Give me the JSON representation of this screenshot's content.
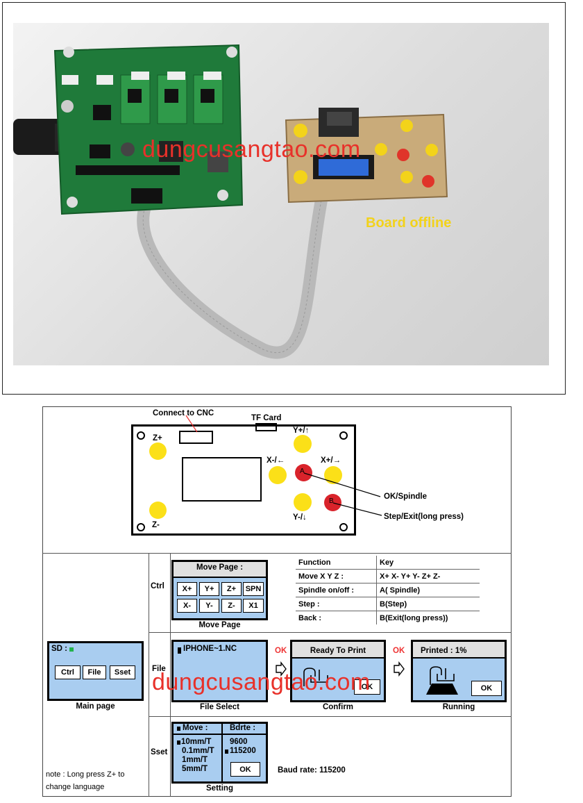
{
  "photo": {
    "watermark": "dungcusangtao.com",
    "board_label": "Board offline"
  },
  "board": {
    "connect_label": "Connect to CNC",
    "tf_label": "TF Card",
    "z_plus": "Z+",
    "z_minus": "Z-",
    "y_plus": "Y+/↑",
    "y_minus": "Y-/↓",
    "x_minus": "X-/←",
    "x_plus": "X+/→",
    "a": "A",
    "b": "B",
    "ok_spindle": "OK/Spindle",
    "step_exit": "Step/Exit(long press)"
  },
  "ctrl": {
    "row_label": "Ctrl",
    "screen_title": "Move Page :",
    "keys_top": [
      "X+",
      "Y+",
      "Z+",
      "SPN"
    ],
    "keys_bottom": [
      "X-",
      "Y-",
      "Z-",
      "X1"
    ],
    "caption": "Move Page",
    "table": [
      [
        "Function",
        "Key"
      ],
      [
        "Move X Y Z :",
        "X+  X-  Y+  Y-  Z+  Z-"
      ],
      [
        "Spindle on/off :",
        "A( Spindle)"
      ],
      [
        "Step :",
        "B(Step)"
      ],
      [
        "Back :",
        "B(Exit(long press))"
      ]
    ]
  },
  "main": {
    "sd": "SD :",
    "btn_ctrl": "Ctrl",
    "btn_file": "File",
    "btn_sset": "Sset",
    "caption": "Main page"
  },
  "file": {
    "row_label": "File",
    "filename": "IPHONE~1.NC",
    "select_caption": "File Select",
    "ok1": "OK",
    "ready": "Ready To Print",
    "ok_btn_confirm": "OK",
    "confirm_caption": "Confirm",
    "ok2": "OK",
    "printed": "Printed : 1%",
    "ok_btn_running": "OK",
    "running_caption": "Running",
    "watermark": "dungcusangtao.com"
  },
  "sset": {
    "row_label": "Sset",
    "move_header": "Move :",
    "bdrte_header": "Bdrte :",
    "moves": [
      "10mm/T",
      "0.1mm/T",
      "1mm/T",
      "5mm/T"
    ],
    "bauds": [
      "9600",
      "115200"
    ],
    "ok": "OK",
    "caption": "Setting",
    "baud_note": "Baud rate: 115200"
  },
  "note": {
    "line1": "note : Long press Z+ to",
    "line2": "change language"
  }
}
